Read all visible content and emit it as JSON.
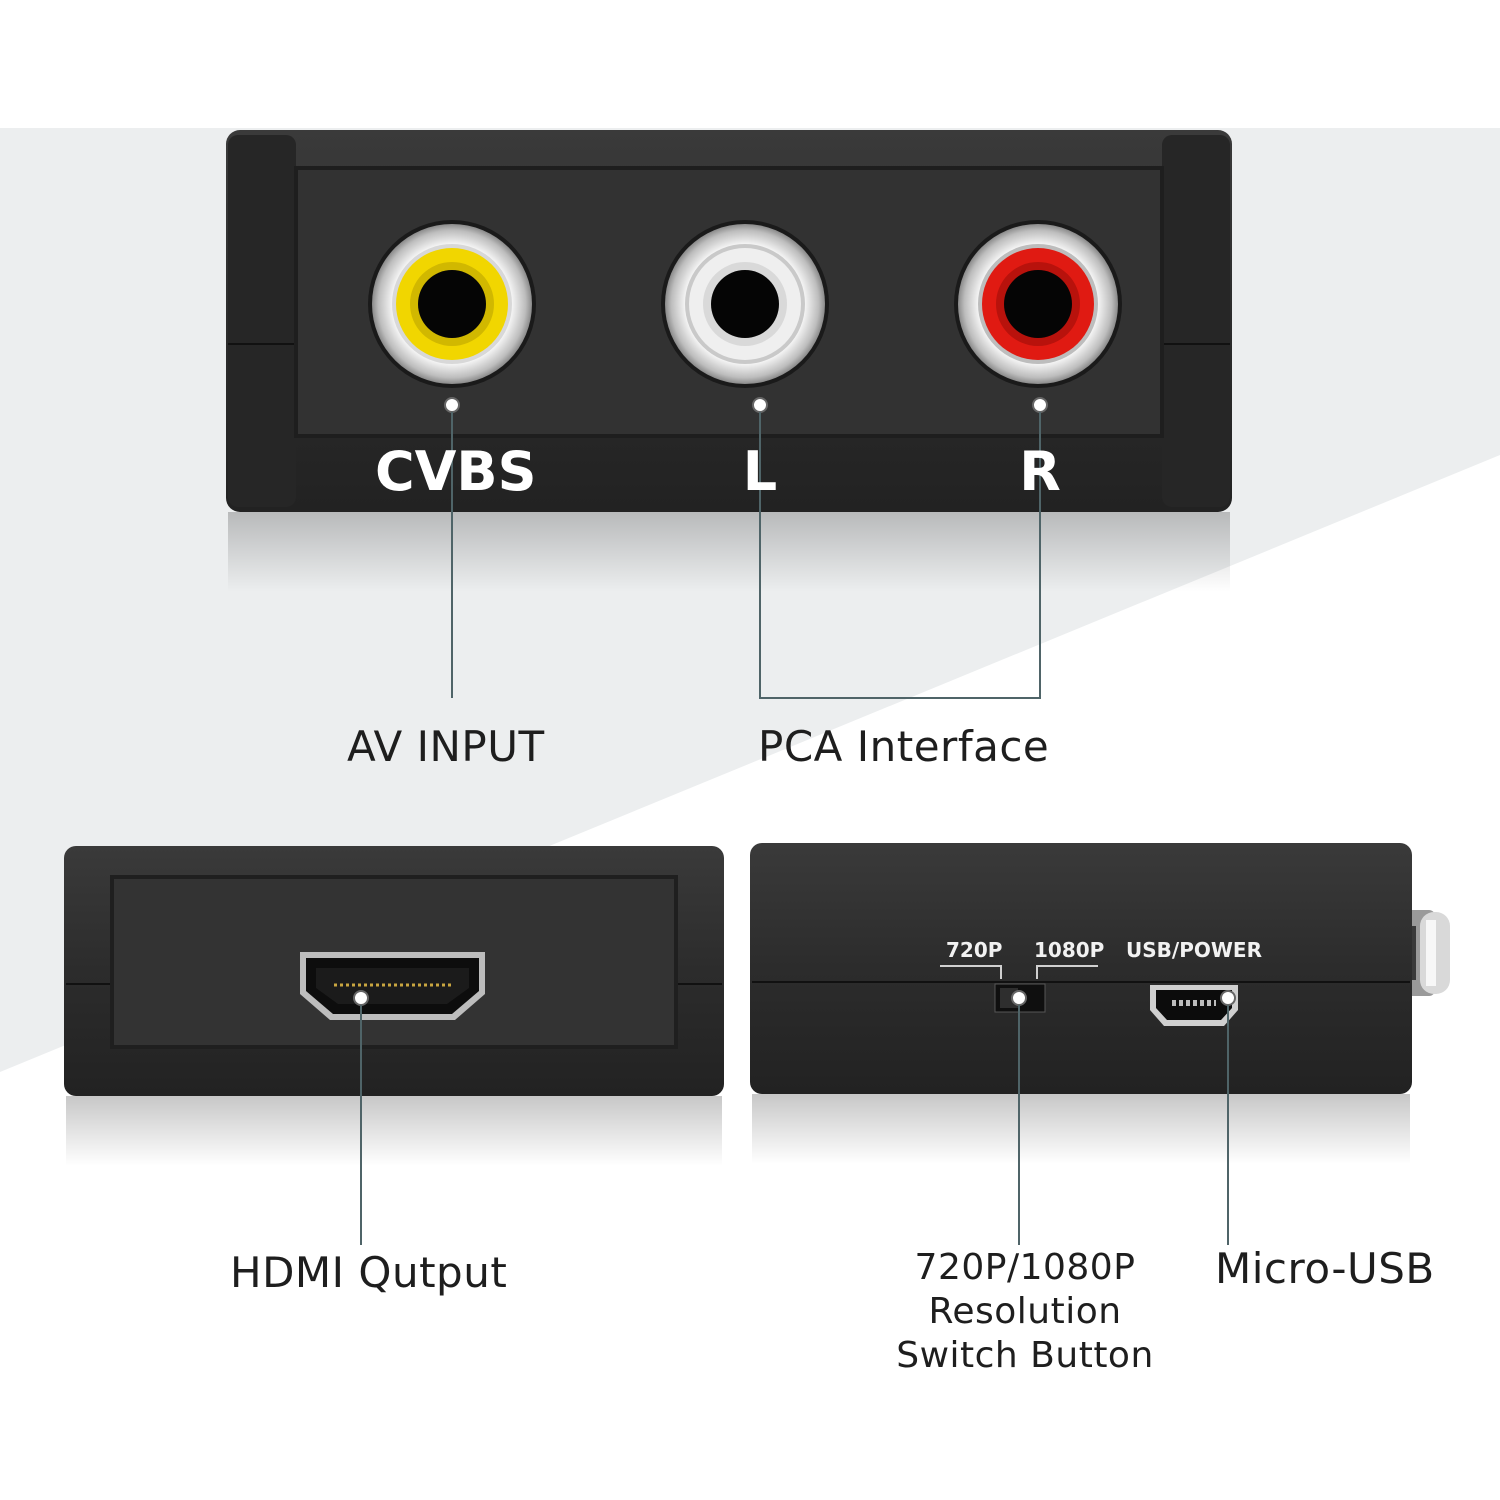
{
  "colors": {
    "background_light": "#eceeef",
    "device_body": "#2b2b2b",
    "device_face": "#323232",
    "jack_ring": "#dcdcdc",
    "jack_yellow": "#f1d600",
    "jack_white": "#efefef",
    "jack_red": "#e01a12",
    "leader_line": "#4f6468",
    "port_text": "#ffffff",
    "label_text": "#1e1e1e"
  },
  "top_panel": {
    "ports": [
      {
        "label": "CVBS",
        "color": "yellow"
      },
      {
        "label": "L",
        "color": "white"
      },
      {
        "label": "R",
        "color": "red"
      }
    ],
    "callouts": {
      "av_input": "AV INPUT",
      "pca_interface": "PCA Interface"
    }
  },
  "bottom_left_panel": {
    "callout": "HDMI Qutput",
    "port_icon": "hdmi-port-icon"
  },
  "bottom_right_panel": {
    "switch_left_label": "720P",
    "switch_right_label": "1080P",
    "usb_label": "USB/POWER",
    "switch_callout": {
      "line1": "720P/1080P",
      "line2": "Resolution",
      "line3": "Switch Button"
    },
    "usb_callout": "Micro-USB",
    "port_icon": "micro-usb-port-icon",
    "switch_icon": "slide-switch-icon"
  }
}
